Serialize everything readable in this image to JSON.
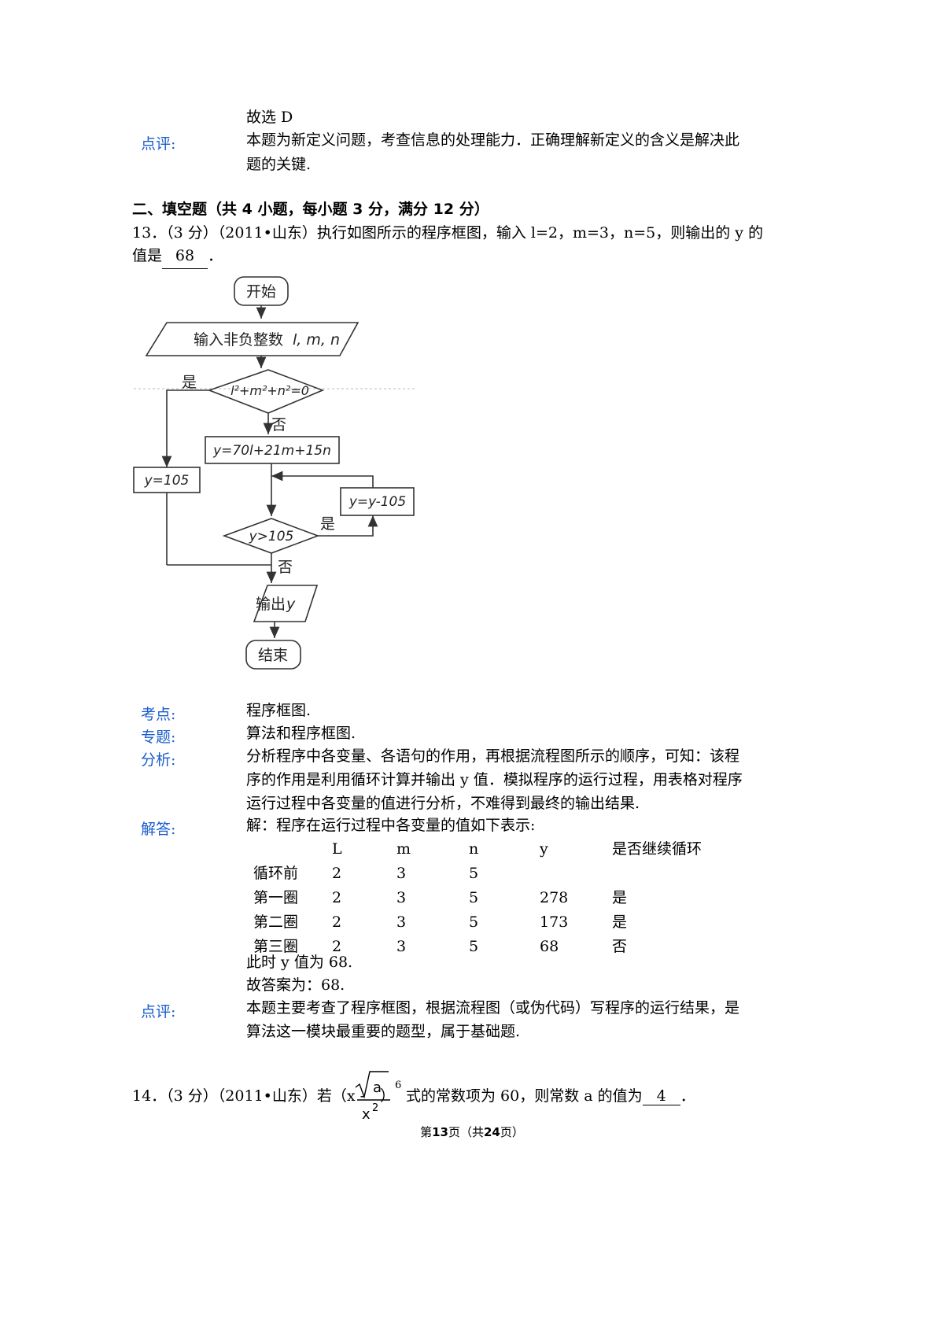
{
  "prev": {
    "line1": "故选 D",
    "review_label": "点评:",
    "review_text_1": "本题为新定义问题，考查信息的处理能力．正确理解新定义的含义是解决此",
    "review_text_2": "题的关键."
  },
  "section": {
    "heading_1": "二、填空题（共",
    "heading_n1": "4",
    "heading_2": "小题，每小题",
    "heading_n2": "3",
    "heading_3": "分，满分",
    "heading_n3": "12",
    "heading_4": "分）"
  },
  "q13": {
    "stem_line1": "13．（3 分）（2011•山东）执行如图所示的程序框图，输入 l=2，m=3，n=5，则输出的 y 的",
    "stem_line2_prefix": "值是",
    "answer": "68",
    "stem_line2_suffix": "．",
    "flowchart": {
      "start": "开始",
      "input": "输入非负整数",
      "input_vars": "l, m, n",
      "cond1": "l²+m²+n²=0",
      "yes1": "是",
      "no1": "否",
      "calc": "y=70l+21m+15n",
      "assign105": "y=105",
      "minus105": "y=y-105",
      "cond2": "y>105",
      "yes2": "是",
      "no2": "否",
      "output": "输出",
      "output_var": "y",
      "end": "结束"
    },
    "kaodian_label": "考点:",
    "kaodian_text": "程序框图.",
    "zhuanti_label": "专题:",
    "zhuanti_text": "算法和程序框图.",
    "fenxi_label": "分析:",
    "fenxi_1": "分析程序中各变量、各语句的作用，再根据流程图所示的顺序，可知：该程",
    "fenxi_2": "序的作用是利用循环计算并输出 y 值．模拟程序的运行过程，用表格对程序",
    "fenxi_3": "运行过程中各变量的值进行分析，不难得到最终的输出结果.",
    "jieda_label": "解答:",
    "jieda_intro": "解：程序在运行过程中各变量的值如下表示:",
    "table": {
      "headers": [
        "",
        "L",
        "m",
        "n",
        "y",
        "是否继续循环"
      ],
      "rows": [
        [
          "循环前",
          "2",
          "3",
          "5",
          "",
          ""
        ],
        [
          "第一圈",
          "2",
          "3",
          "5",
          "278",
          "是"
        ],
        [
          "第二圈",
          "2",
          "3",
          "5",
          "173",
          "是"
        ],
        [
          "第三圈",
          "2",
          "3",
          "5",
          "68",
          "否"
        ]
      ]
    },
    "jieda_end_1": "此时 y 值为 68.",
    "jieda_end_2": "故答案为：68.",
    "dianping_label": "点评:",
    "dianping_1": "本题主要考查了程序框图，根据流程图（或伪代码）写程序的运行结果，是",
    "dianping_2": "算法这一模块最重要的题型，属于基础题."
  },
  "q14": {
    "prefix": "14．（3 分）（2011•山东）若（x -",
    "sqrt_arg": "a",
    "denominator": "x",
    "denom_exp": "2",
    "close_paren": "）",
    "exponent": "6",
    "suffix": "式的常数项为 60，则常数 a 的值为",
    "answer": "4",
    "end": "．"
  },
  "footer": {
    "p1": "第",
    "page": "13",
    "p2": "页（共",
    "total": "24",
    "p3": "页）"
  },
  "colors": {
    "label": "#1a5ccc"
  }
}
